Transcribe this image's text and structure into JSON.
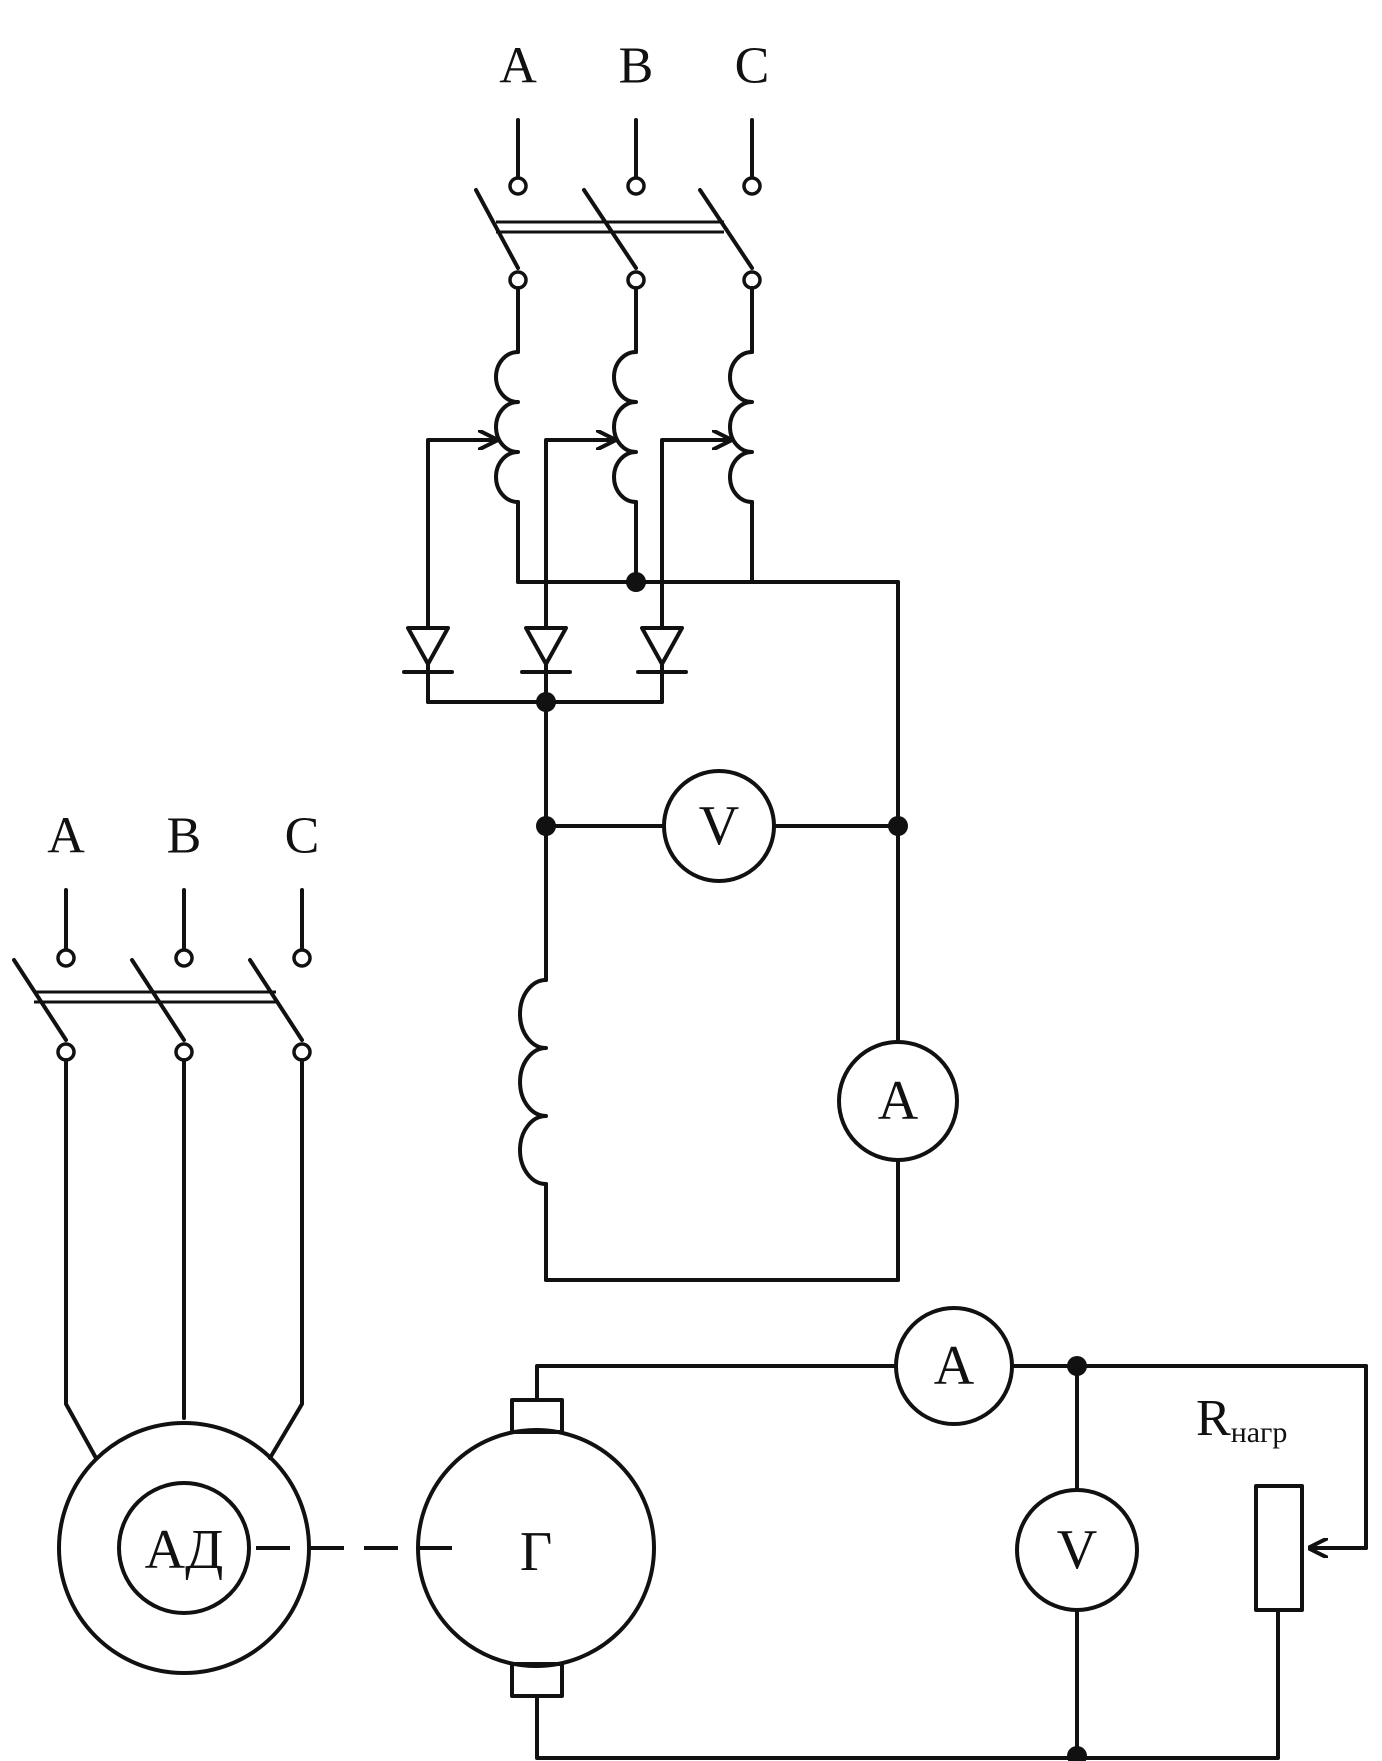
{
  "top_supply": {
    "phases": [
      "A",
      "B",
      "C"
    ]
  },
  "left_supply": {
    "phases": [
      "A",
      "B",
      "C"
    ]
  },
  "meters": {
    "excitation_voltmeter": "V",
    "excitation_ammeter": "A",
    "load_ammeter": "A",
    "load_voltmeter": "V"
  },
  "machines": {
    "motor": "АД",
    "generator": "Г"
  },
  "load": {
    "symbol": "R",
    "subscript": "нагр"
  }
}
